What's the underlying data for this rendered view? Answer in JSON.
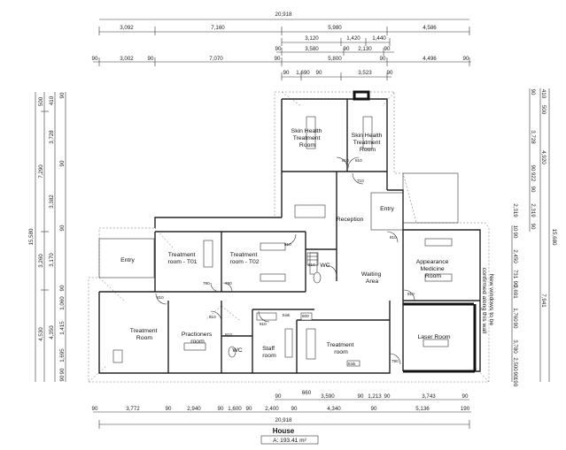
{
  "title": "House",
  "area_label": "A: 193.41 m²",
  "rooms": {
    "skin_health_1": [
      "Skin Health",
      "Treatment",
      "Room"
    ],
    "skin_health_2": [
      "Skin Health",
      "Treatment",
      "Room"
    ],
    "reception": "Reception",
    "entry_top": "Entry",
    "entry_left": "Entry",
    "treatment_t01": [
      "Treatment",
      "room - T01"
    ],
    "treatment_t02": [
      "Treatment",
      "room - T02"
    ],
    "wc_center": "WC",
    "waiting": [
      "Waiting",
      "Area"
    ],
    "appearance": [
      "Appearance",
      "Medicine",
      "Room"
    ],
    "treatment_left": [
      "Treatment",
      "Room"
    ],
    "practioners": [
      "Practioners",
      "room"
    ],
    "wc_lower": "WC",
    "staff": [
      "Staff",
      "room"
    ],
    "treatment_lower": [
      "Treatment",
      "room"
    ],
    "laser": "Laser Room",
    "sink": "Sink",
    "sink2": "Sink",
    "note": [
      "New windows to be",
      "confirmed along this wall"
    ]
  },
  "door_tags": {
    "d1": "810",
    "d2": "810",
    "d3": "710",
    "d4": "810",
    "d5": "810",
    "d6": "790",
    "d7": "790",
    "d8": "810",
    "d9": "810",
    "d10": "810",
    "d11": "810",
    "d12": "810",
    "d13": "600",
    "d14": "790",
    "d15": "810"
  },
  "top_dims": {
    "overall": "20,918",
    "row1": [
      "3,092",
      "7,160",
      "5,980",
      "4,586"
    ],
    "row2": [
      "3,120",
      "1,420",
      "1,440"
    ],
    "row3": [
      "90",
      "3,580",
      "90",
      "2,130",
      "90"
    ],
    "row4": [
      "90",
      "3,002",
      "90",
      "7,070",
      "90",
      "5,800",
      "90",
      "4,496",
      "90"
    ],
    "row5": [
      "90",
      "1,690",
      "90",
      "3,523",
      "90"
    ]
  },
  "bottom_dims": {
    "row1": [
      "660"
    ],
    "row2": [
      "90",
      "3,590",
      "90",
      "1,213",
      "90",
      "3,743",
      "90"
    ],
    "row3": [
      "90",
      "3,772",
      "90",
      "2,940",
      "90",
      "1,600",
      "90",
      "2,400",
      "90",
      "4,340",
      "90",
      "5,136",
      "190"
    ],
    "overall": "20,918"
  },
  "left_dims": {
    "overall": "15,580",
    "col_a": [
      "500",
      "7,290",
      "3,260",
      "4,530"
    ],
    "col_b": [
      "410",
      "3,728",
      "3,382",
      "3,170",
      "4,350"
    ],
    "col_c": [
      "90",
      "90",
      "90",
      "90",
      "1,060",
      "1,415",
      "1,695",
      "90",
      "90"
    ]
  },
  "right_dims": {
    "overall": "15,680",
    "col_a": [
      "410",
      "500",
      "4,920",
      "7,941"
    ],
    "col_b": [
      "90",
      "3,728",
      "90",
      "922",
      "90",
      "2,319",
      "90"
    ],
    "col_c": [
      "2,319",
      "10",
      "90",
      "2,450",
      "731",
      "90",
      "3,691",
      "1,760",
      "90",
      "3,780",
      "2,500",
      "90",
      "190"
    ]
  }
}
